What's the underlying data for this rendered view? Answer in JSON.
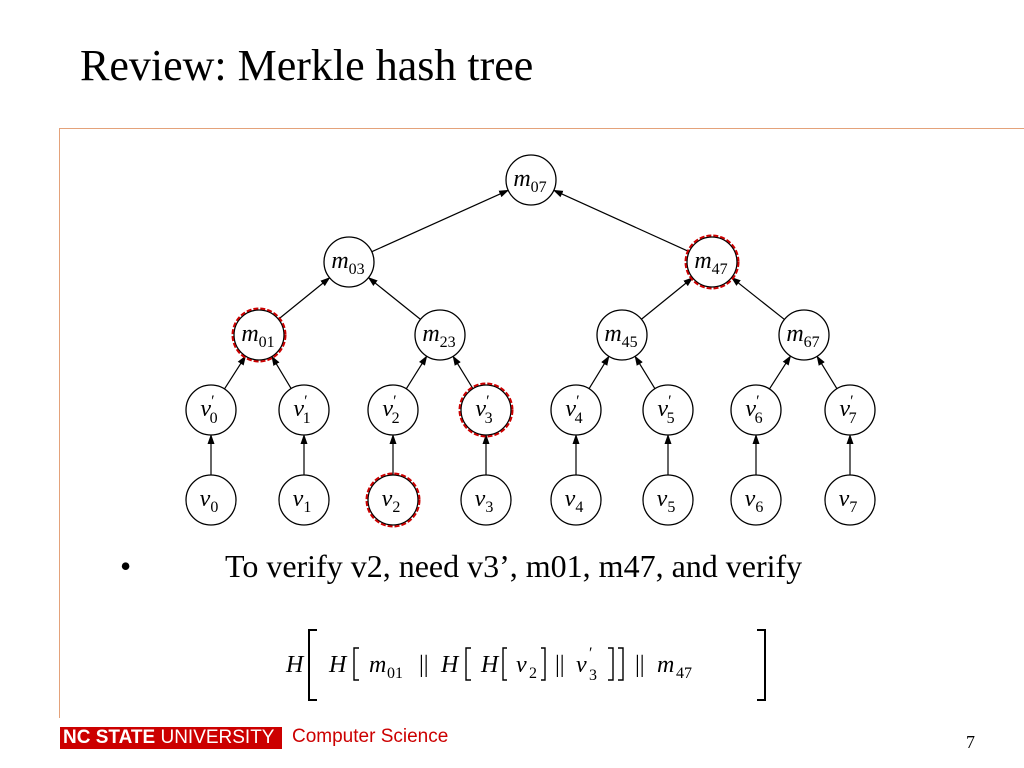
{
  "slide": {
    "title": "Review: Merkle hash tree",
    "bullet_marker": "•",
    "bullet_text": "To verify v2, need v3’, m01, m47, and verify",
    "footer": {
      "university_bold": "NC STATE",
      "university_rest": " UNIVERSITY",
      "department": "Computer Science"
    },
    "page_number": "7"
  },
  "tree": {
    "highlight_color": "#cc0000",
    "nodes": [
      {
        "id": "m07",
        "base": "m",
        "sub": "07",
        "highlighted": false
      },
      {
        "id": "m03",
        "base": "m",
        "sub": "03",
        "highlighted": false
      },
      {
        "id": "m47",
        "base": "m",
        "sub": "47",
        "highlighted": true
      },
      {
        "id": "m01",
        "base": "m",
        "sub": "01",
        "highlighted": true
      },
      {
        "id": "m23",
        "base": "m",
        "sub": "23",
        "highlighted": false
      },
      {
        "id": "m45",
        "base": "m",
        "sub": "45",
        "highlighted": false
      },
      {
        "id": "m67",
        "base": "m",
        "sub": "67",
        "highlighted": false
      },
      {
        "id": "vp0",
        "base": "v",
        "sub": "0",
        "prime": true,
        "highlighted": false
      },
      {
        "id": "vp1",
        "base": "v",
        "sub": "1",
        "prime": true,
        "highlighted": false
      },
      {
        "id": "vp2",
        "base": "v",
        "sub": "2",
        "prime": true,
        "highlighted": false
      },
      {
        "id": "vp3",
        "base": "v",
        "sub": "3",
        "prime": true,
        "highlighted": true
      },
      {
        "id": "vp4",
        "base": "v",
        "sub": "4",
        "prime": true,
        "highlighted": false
      },
      {
        "id": "vp5",
        "base": "v",
        "sub": "5",
        "prime": true,
        "highlighted": false
      },
      {
        "id": "vp6",
        "base": "v",
        "sub": "6",
        "prime": true,
        "highlighted": false
      },
      {
        "id": "vp7",
        "base": "v",
        "sub": "7",
        "prime": true,
        "highlighted": false
      },
      {
        "id": "v0",
        "base": "v",
        "sub": "0",
        "highlighted": false
      },
      {
        "id": "v1",
        "base": "v",
        "sub": "1",
        "highlighted": false
      },
      {
        "id": "v2",
        "base": "v",
        "sub": "2",
        "highlighted": true
      },
      {
        "id": "v3",
        "base": "v",
        "sub": "3",
        "highlighted": false
      },
      {
        "id": "v4",
        "base": "v",
        "sub": "4",
        "highlighted": false
      },
      {
        "id": "v5",
        "base": "v",
        "sub": "5",
        "highlighted": false
      },
      {
        "id": "v6",
        "base": "v",
        "sub": "6",
        "highlighted": false
      },
      {
        "id": "v7",
        "base": "v",
        "sub": "7",
        "highlighted": false
      }
    ],
    "edges": [
      [
        "m03",
        "m07"
      ],
      [
        "m47",
        "m07"
      ],
      [
        "m01",
        "m03"
      ],
      [
        "m23",
        "m03"
      ],
      [
        "m45",
        "m47"
      ],
      [
        "m67",
        "m47"
      ],
      [
        "vp0",
        "m01"
      ],
      [
        "vp1",
        "m01"
      ],
      [
        "vp2",
        "m23"
      ],
      [
        "vp3",
        "m23"
      ],
      [
        "vp4",
        "m45"
      ],
      [
        "vp5",
        "m45"
      ],
      [
        "vp6",
        "m67"
      ],
      [
        "vp7",
        "m67"
      ],
      [
        "v0",
        "vp0"
      ],
      [
        "v1",
        "vp1"
      ],
      [
        "v2",
        "vp2"
      ],
      [
        "v3",
        "vp3"
      ],
      [
        "v4",
        "vp4"
      ],
      [
        "v5",
        "vp5"
      ],
      [
        "v6",
        "vp6"
      ],
      [
        "v7",
        "vp7"
      ]
    ]
  },
  "formula": {
    "H": "H",
    "m01_base": "m",
    "m01_sub": "01",
    "v2_base": "v",
    "v2_sub": "2",
    "v3p_base": "v",
    "v3p_sub": "3",
    "m47_base": "m",
    "m47_sub": "47",
    "concat": "||"
  }
}
